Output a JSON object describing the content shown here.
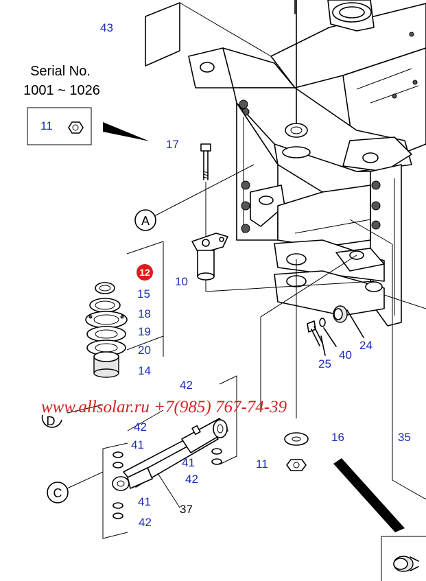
{
  "serial": {
    "line1": "Serial No.",
    "line2": "1001 ~ 1026"
  },
  "watermark": "www.allsolar.ru +7(985) 767-74-39",
  "callouts": {
    "a": "A",
    "c": "C",
    "d": "D"
  },
  "parts": {
    "p43": "43",
    "p11_box": "11",
    "p17": "17",
    "p10": "10",
    "p12": "12",
    "p15": "15",
    "p18": "18",
    "p19": "19",
    "p20": "20",
    "p14": "14",
    "p24": "24",
    "p25": "25",
    "p40": "40",
    "p42_top": "42",
    "p42_a": "42",
    "p41_a": "41",
    "p41_b": "41",
    "p42_b": "42",
    "p41_c": "41",
    "p42_c": "42",
    "p37": "37",
    "p16": "16",
    "p11": "11",
    "p35": "35"
  },
  "colors": {
    "part_number": "#1a2bb8",
    "highlight": "#e01b1b",
    "watermark": "#d32222"
  }
}
